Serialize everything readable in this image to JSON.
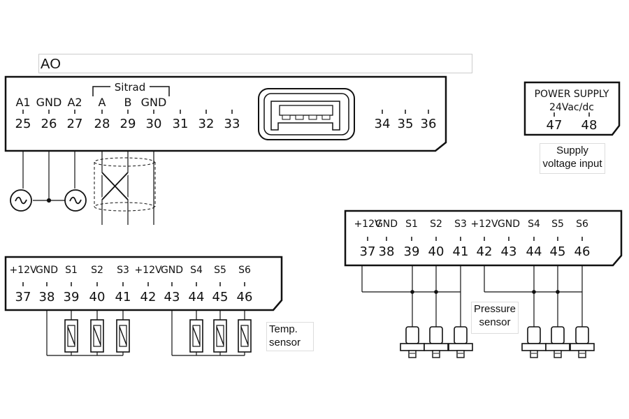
{
  "header_label": "AO",
  "main_terminal": {
    "sitrad_label": "Sitrad",
    "terminals": [
      {
        "num": "25",
        "label": "A1"
      },
      {
        "num": "26",
        "label": "GND"
      },
      {
        "num": "27",
        "label": "A2"
      },
      {
        "num": "28",
        "label": "A"
      },
      {
        "num": "29",
        "label": "B"
      },
      {
        "num": "30",
        "label": "GND"
      },
      {
        "num": "31",
        "label": ""
      },
      {
        "num": "32",
        "label": ""
      },
      {
        "num": "33",
        "label": ""
      },
      {
        "num": "34",
        "label": ""
      },
      {
        "num": "35",
        "label": ""
      },
      {
        "num": "36",
        "label": ""
      }
    ]
  },
  "power_supply": {
    "title": "POWER SUPPLY",
    "subtitle": "24Vac/dc",
    "terminals": [
      {
        "num": "47"
      },
      {
        "num": "48"
      }
    ],
    "caption_line1": "Supply",
    "caption_line2": "voltage input"
  },
  "temp_block": {
    "terminals": [
      {
        "num": "37",
        "label": "+12V"
      },
      {
        "num": "38",
        "label": "GND"
      },
      {
        "num": "39",
        "label": "S1"
      },
      {
        "num": "40",
        "label": "S2"
      },
      {
        "num": "41",
        "label": "S3"
      },
      {
        "num": "42",
        "label": "+12V"
      },
      {
        "num": "43",
        "label": "GND"
      },
      {
        "num": "44",
        "label": "S4"
      },
      {
        "num": "45",
        "label": "S5"
      },
      {
        "num": "46",
        "label": "S6"
      }
    ],
    "caption_line1": "Temp.",
    "caption_line2": "sensor"
  },
  "pressure_block": {
    "terminals": [
      {
        "num": "37",
        "label": "+12V"
      },
      {
        "num": "38",
        "label": "GND"
      },
      {
        "num": "39",
        "label": "S1"
      },
      {
        "num": "40",
        "label": "S2"
      },
      {
        "num": "41",
        "label": "S3"
      },
      {
        "num": "42",
        "label": "+12V"
      },
      {
        "num": "43",
        "label": "GND"
      },
      {
        "num": "44",
        "label": "S4"
      },
      {
        "num": "45",
        "label": "S5"
      },
      {
        "num": "46",
        "label": "S6"
      }
    ],
    "caption_line1": "Pressure",
    "caption_line2": "sensor"
  },
  "icons": {
    "ac_source": "ac-source-icon",
    "usb_port": "usb-port-icon",
    "temp_sensor": "temperature-sensor-icon",
    "pressure_sensor": "pressure-transducer-icon"
  }
}
